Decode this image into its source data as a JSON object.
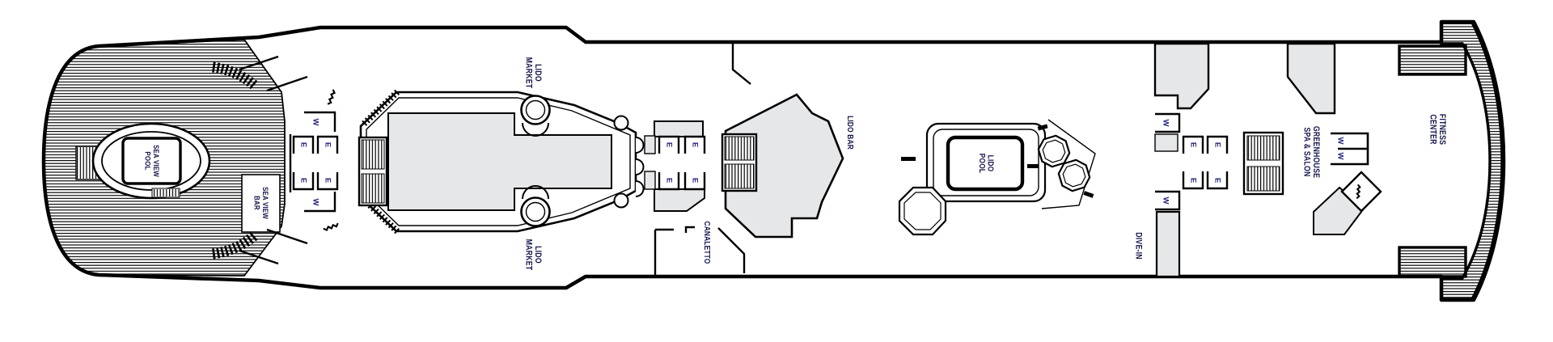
{
  "colors": {
    "outline": "#000000",
    "room_fill": "#e6e7e9",
    "label_text": "#17174d",
    "marker_text": "#26267d",
    "background": "#ffffff"
  },
  "glyphs": {
    "elevator": "E",
    "washroom": "W"
  },
  "icons": {
    "stairs": "steps-glyph"
  },
  "venues": {
    "sea_view_pool": [
      "SEA VIEW",
      "POOL"
    ],
    "sea_view_bar": [
      "SEA VIEW",
      "BAR"
    ],
    "lido_market": [
      "LIDO",
      "MARKET"
    ],
    "canaletto": [
      "CANALETTO"
    ],
    "lido_bar": [
      "LIDO BAR"
    ],
    "lido_pool": [
      "LIDO",
      "POOL"
    ],
    "dive_in": [
      "DIVE-IN"
    ],
    "greenhouse_spa_salon": [
      "GREENHOUSE",
      "SPA & SALON"
    ],
    "fitness_center": [
      "FITNESS",
      "CENTER"
    ]
  }
}
